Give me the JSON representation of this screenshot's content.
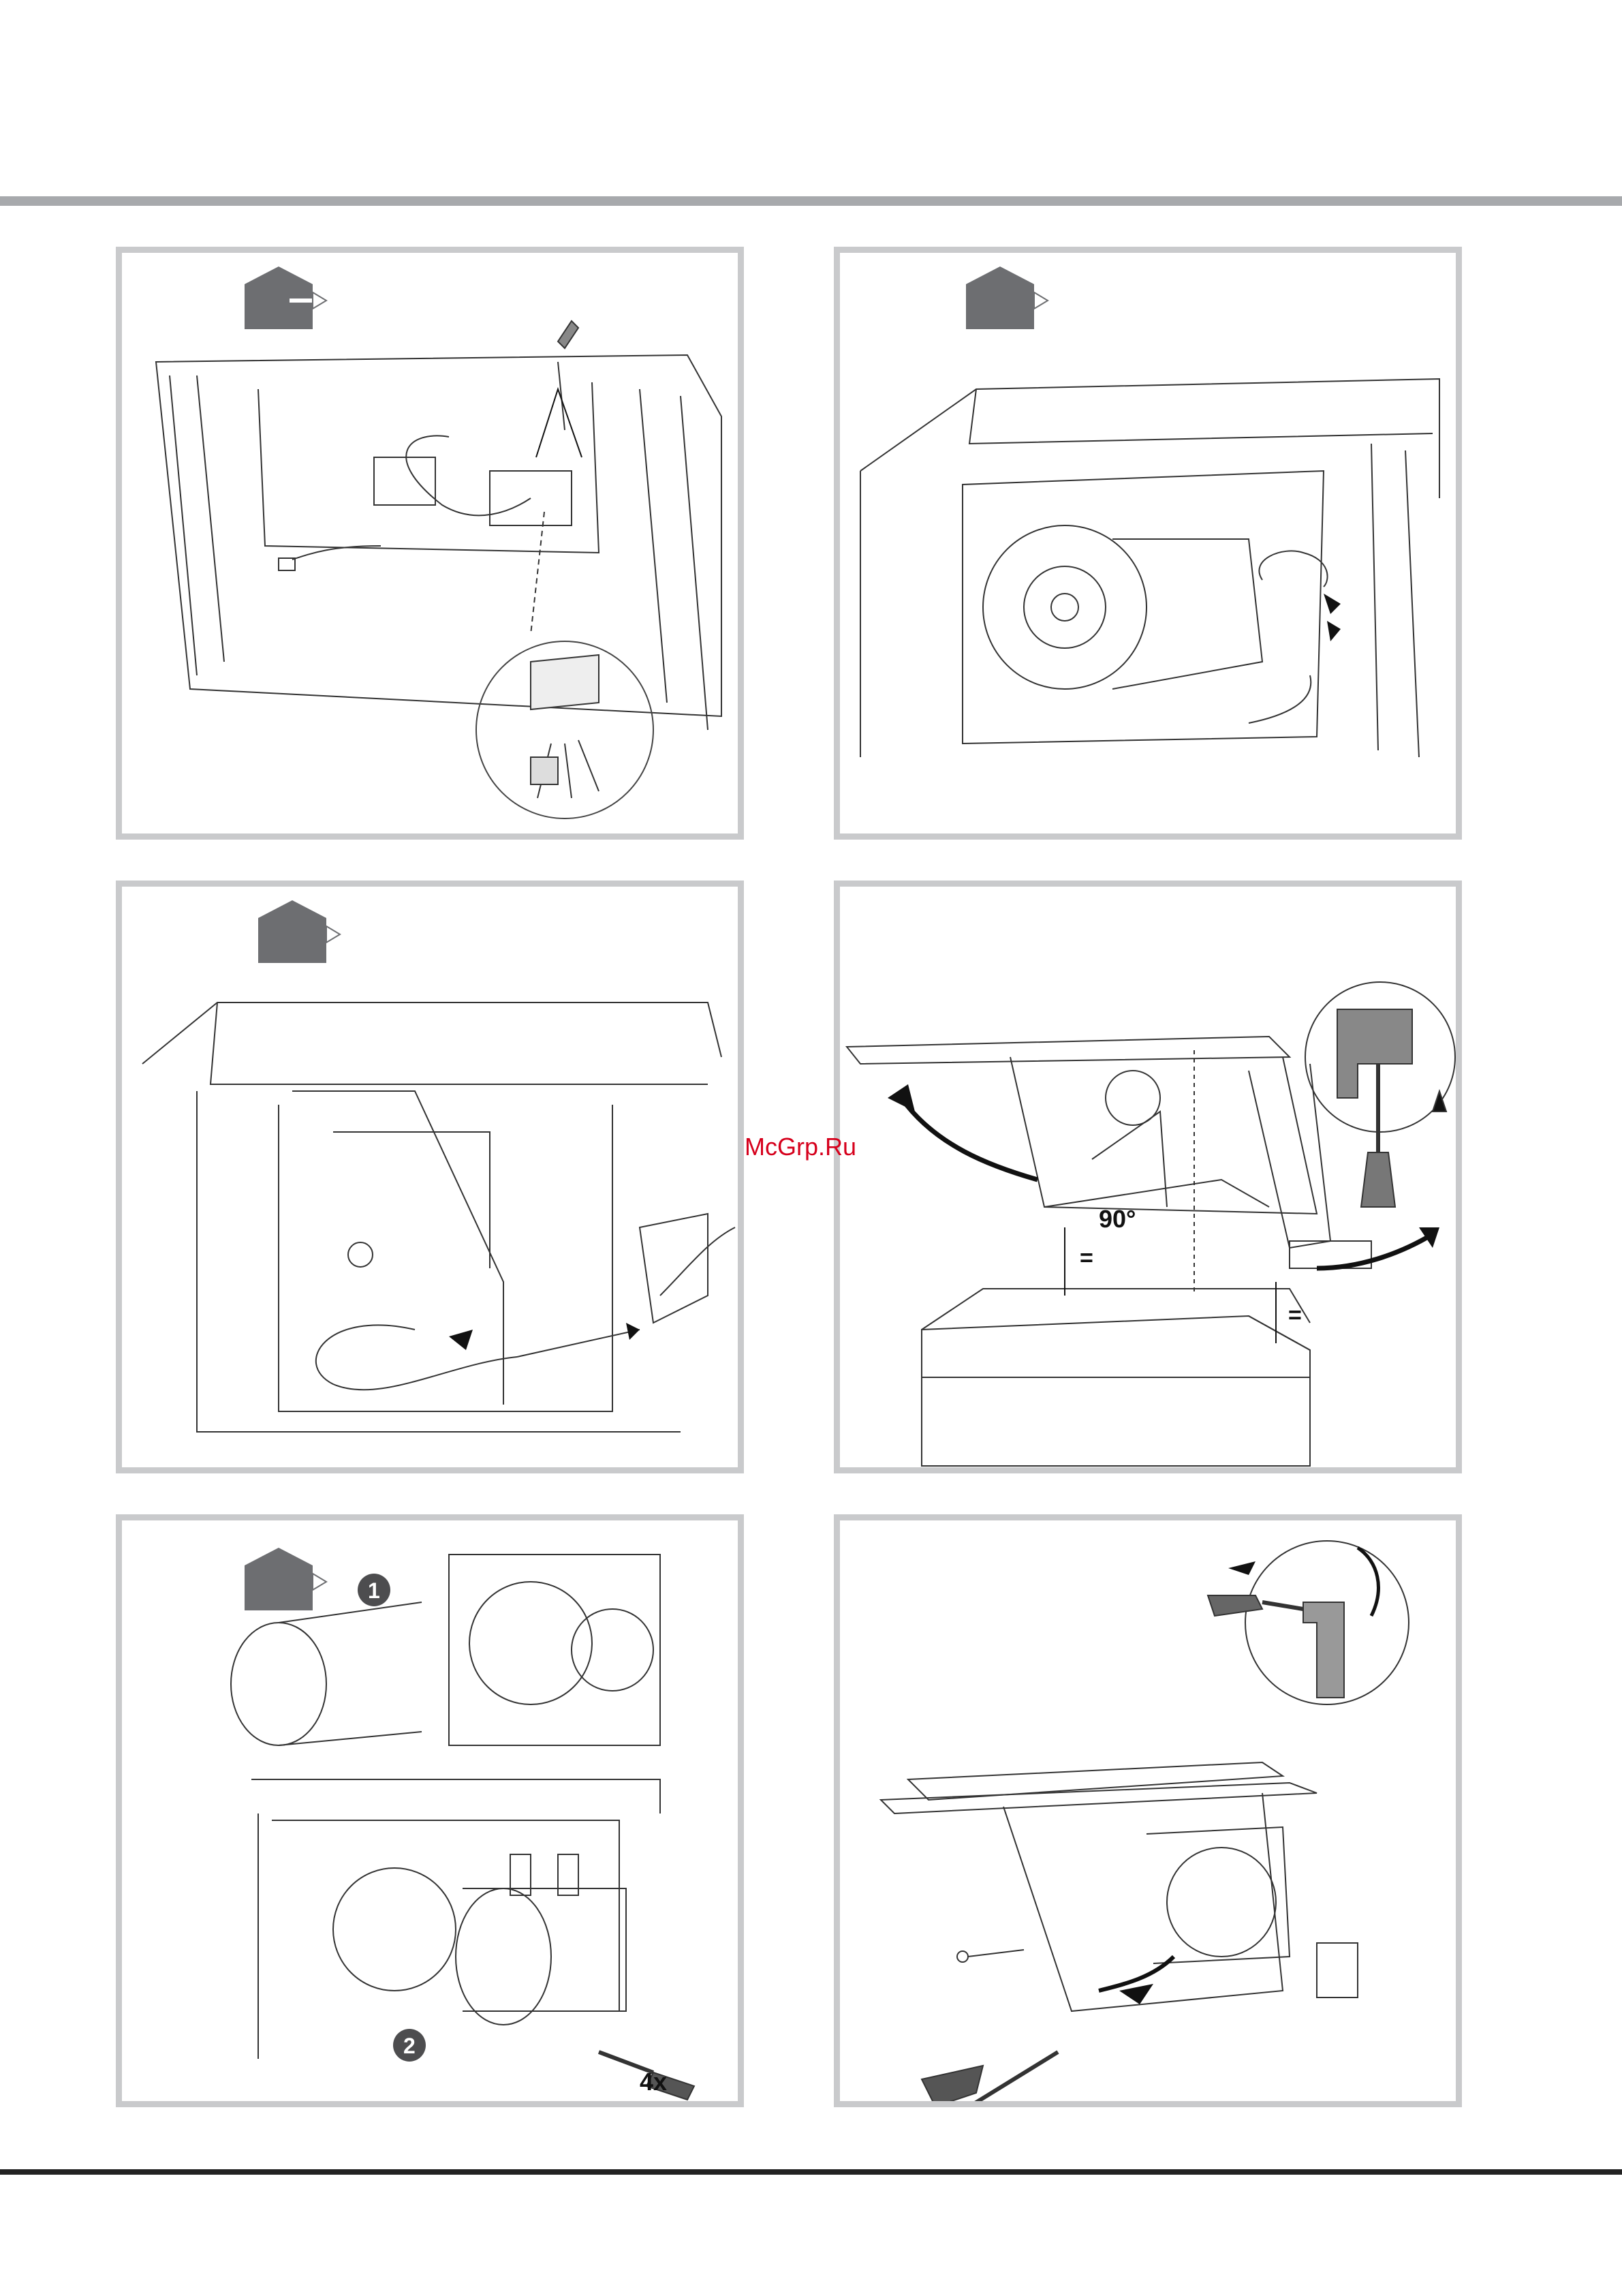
{
  "watermark": "McGrp.Ru",
  "panels": [
    {
      "id": "p1",
      "icon": "house-exhaust-icon"
    },
    {
      "id": "p2",
      "icon": "house-exhaust-icon"
    },
    {
      "id": "p3",
      "icon": "house-exhaust-icon"
    },
    {
      "id": "p4",
      "angle_label": "90°",
      "equal_label_left": "=",
      "equal_label_right": "="
    },
    {
      "id": "p5",
      "icon": "house-exhaust-icon",
      "step1": "1",
      "step2": "2",
      "screw_count": "4x"
    },
    {
      "id": "p6"
    }
  ],
  "colors": {
    "frame": "#c9cacc",
    "rule": "#a7a9ac",
    "icon_fill": "#6d6e71",
    "watermark": "#d6001c"
  }
}
